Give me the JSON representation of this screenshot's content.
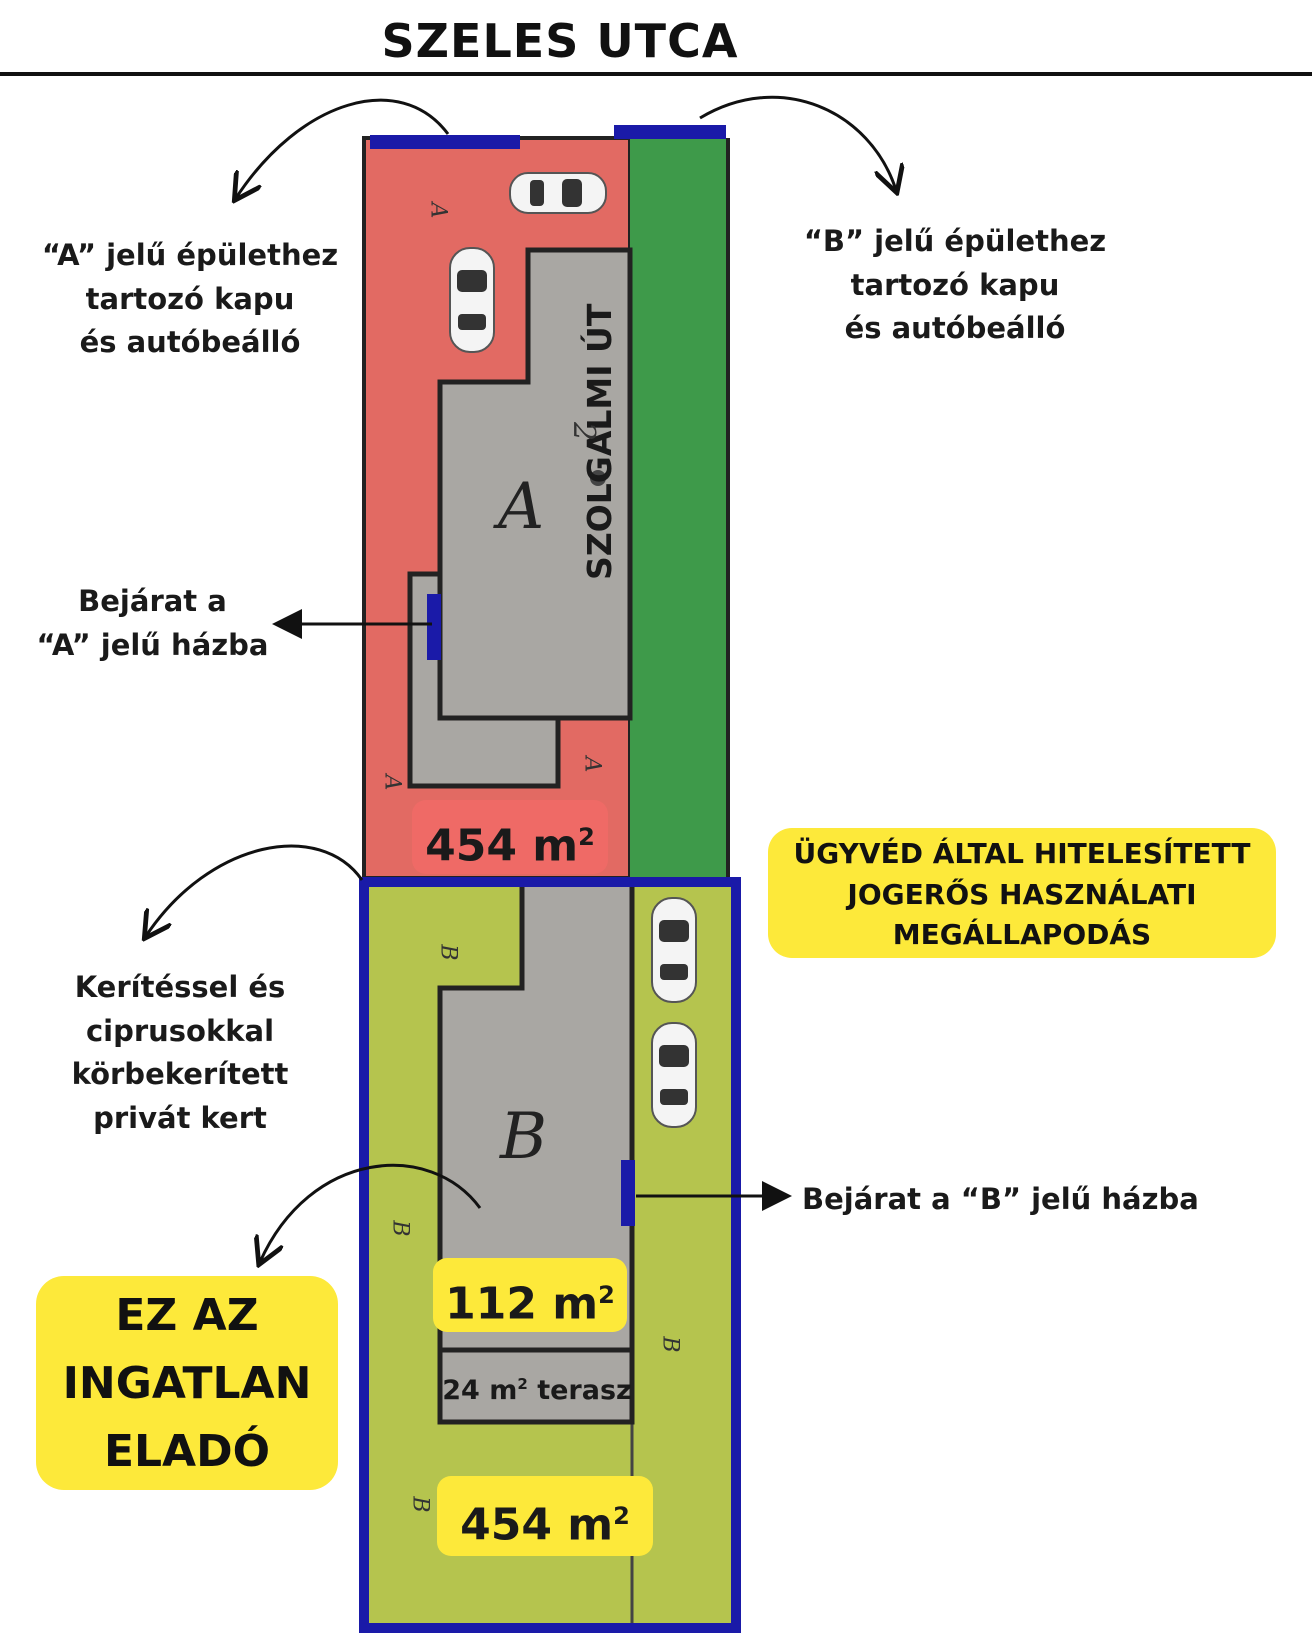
{
  "street": "SZELES UTCA",
  "road_label": "SZOLGALMI ÚT",
  "a_gate_lines": [
    "“A” jelű épülethez",
    "tartozó kapu",
    "és autóbeálló"
  ],
  "b_gate_lines": [
    "“B” jelű épülethez",
    "tartozó kapu",
    "és autóbeálló"
  ],
  "a_entry_lines": [
    "Bejárat a",
    "“A” jelű házba"
  ],
  "b_entry": "Bejárat a “B” jelű házba",
  "garden_lines": [
    "Kerítéssel és",
    "ciprusokkal",
    "körbekerített",
    "privát kert"
  ],
  "area_a": {
    "value": "454 m",
    "unit_sup": "2"
  },
  "area_b_house": {
    "value": "112 m",
    "unit_sup": "2"
  },
  "terrace": {
    "prefix": "24 m",
    "sup": "2",
    "suffix": " terasz"
  },
  "area_b_plot": {
    "value": "454 m",
    "unit_sup": "2"
  },
  "notice_lines": [
    "ÜGYVÉD ÁLTAL HITELESÍTETT",
    "JOGERŐS HASZNÁLATI",
    "MEGÁLLAPODÁS"
  ],
  "sale_lines": [
    "EZ AZ",
    "INGATLAN",
    "ELADÓ"
  ],
  "house_a_letter": "A",
  "house_b_letter": "B",
  "house_a_number": "2",
  "plot_a_marks": [
    "A",
    "A",
    "A"
  ],
  "plot_b_marks": [
    "B",
    "B",
    "B",
    "B"
  ],
  "colors": {
    "plot_a": "#e26a63",
    "plot_b": "#b5c44e",
    "road": "#3e9a4a",
    "building": "#a9a7a3",
    "boundary_b": "#1a1aa8",
    "gate": "#1a1aa8",
    "label_bg": "#fde93a",
    "area_a_bg": "#ef6a66"
  }
}
